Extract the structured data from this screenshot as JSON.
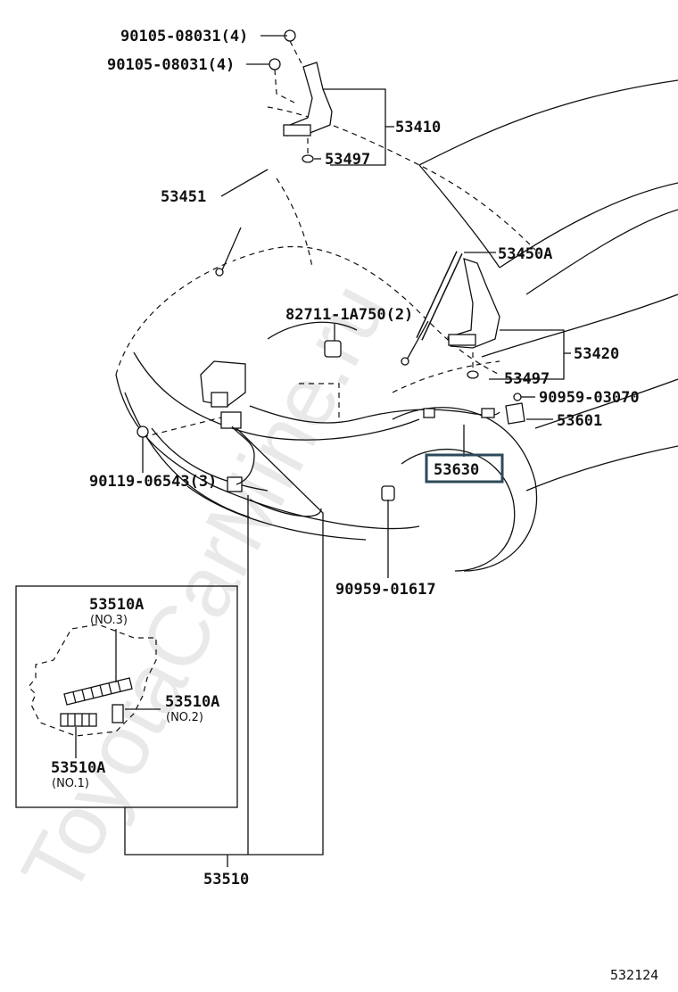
{
  "watermark": "ToyotaCarMine.ru",
  "figure_number": "532124",
  "labels": {
    "l1": "90105-08031(4)",
    "l2": "90105-08031(4)",
    "l3": "53410",
    "l4": "53497",
    "l5": "53451",
    "l6": "53450A",
    "l7": "82711-1A750(2)",
    "l8": "53420",
    "l9": "53497",
    "l10": "90959-03070",
    "l11": "53601",
    "l12": "53630",
    "l13": "90119-06543(3)",
    "l14": "90959-01617",
    "l15": "53510"
  },
  "inset": {
    "p1": "53510A",
    "p1_sub": "(NO.3)",
    "p2": "53510A",
    "p2_sub": "(NO.2)",
    "p3": "53510A",
    "p3_sub": "(NO.1)"
  }
}
